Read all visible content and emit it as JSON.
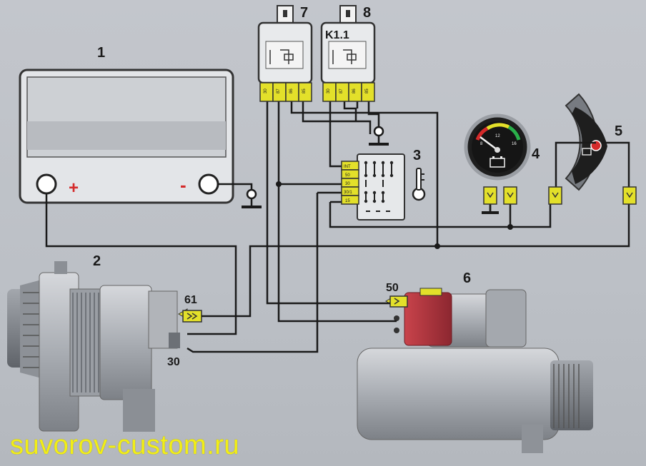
{
  "components": [
    {
      "number": "1"
    },
    {
      "number": "2"
    },
    {
      "number": "3"
    },
    {
      "number": "4"
    },
    {
      "number": "5"
    },
    {
      "number": "6"
    },
    {
      "number": "7"
    },
    {
      "number": "8"
    }
  ],
  "battery": {
    "plus": "+",
    "minus": "-"
  },
  "relay8_label": "K1.1",
  "relay_pins": [
    "30",
    "87",
    "86",
    "85"
  ],
  "ignition_switch_pins": [
    "INT",
    "50",
    "30",
    "30/1",
    "15"
  ],
  "gauge": {
    "scale": [
      "8",
      "12",
      "16"
    ]
  },
  "alternator_terminals": {
    "t61": "61",
    "t30": "30"
  },
  "starter_terminal": "50",
  "colors": {
    "wire": "#1a1a1a",
    "connector": "#e3e02a",
    "solenoid": "#b8363f",
    "battery_fill": "#d5d8dc"
  },
  "watermark": "suvorov-custom.ru"
}
